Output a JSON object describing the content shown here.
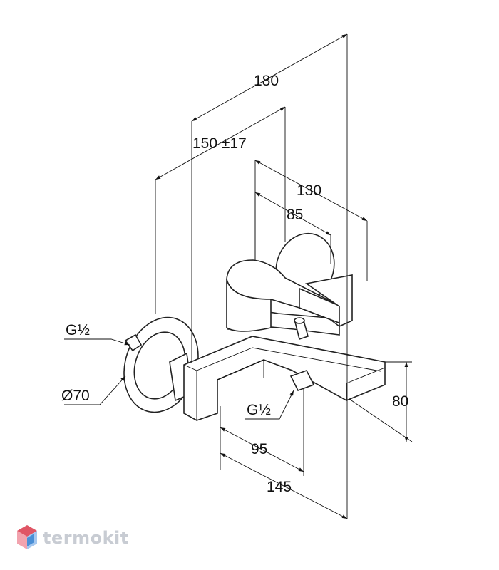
{
  "drawing": {
    "dimensions": {
      "overall_depth": "180",
      "wall_offset": "150 ±17",
      "handle_depth": "130",
      "handle_offset": "85",
      "height": "80",
      "spout_offset": "95",
      "body_depth": "145",
      "inlet_thread": "G½",
      "outlet_thread": "G½",
      "escutcheon_diameter": "Ø70"
    }
  },
  "brand": {
    "name": "termokit",
    "logo_colors": [
      "#e05565",
      "#4a8fd6",
      "#f2a3ae",
      "#a6c8ef"
    ],
    "text_color": "#c8ccd3"
  }
}
